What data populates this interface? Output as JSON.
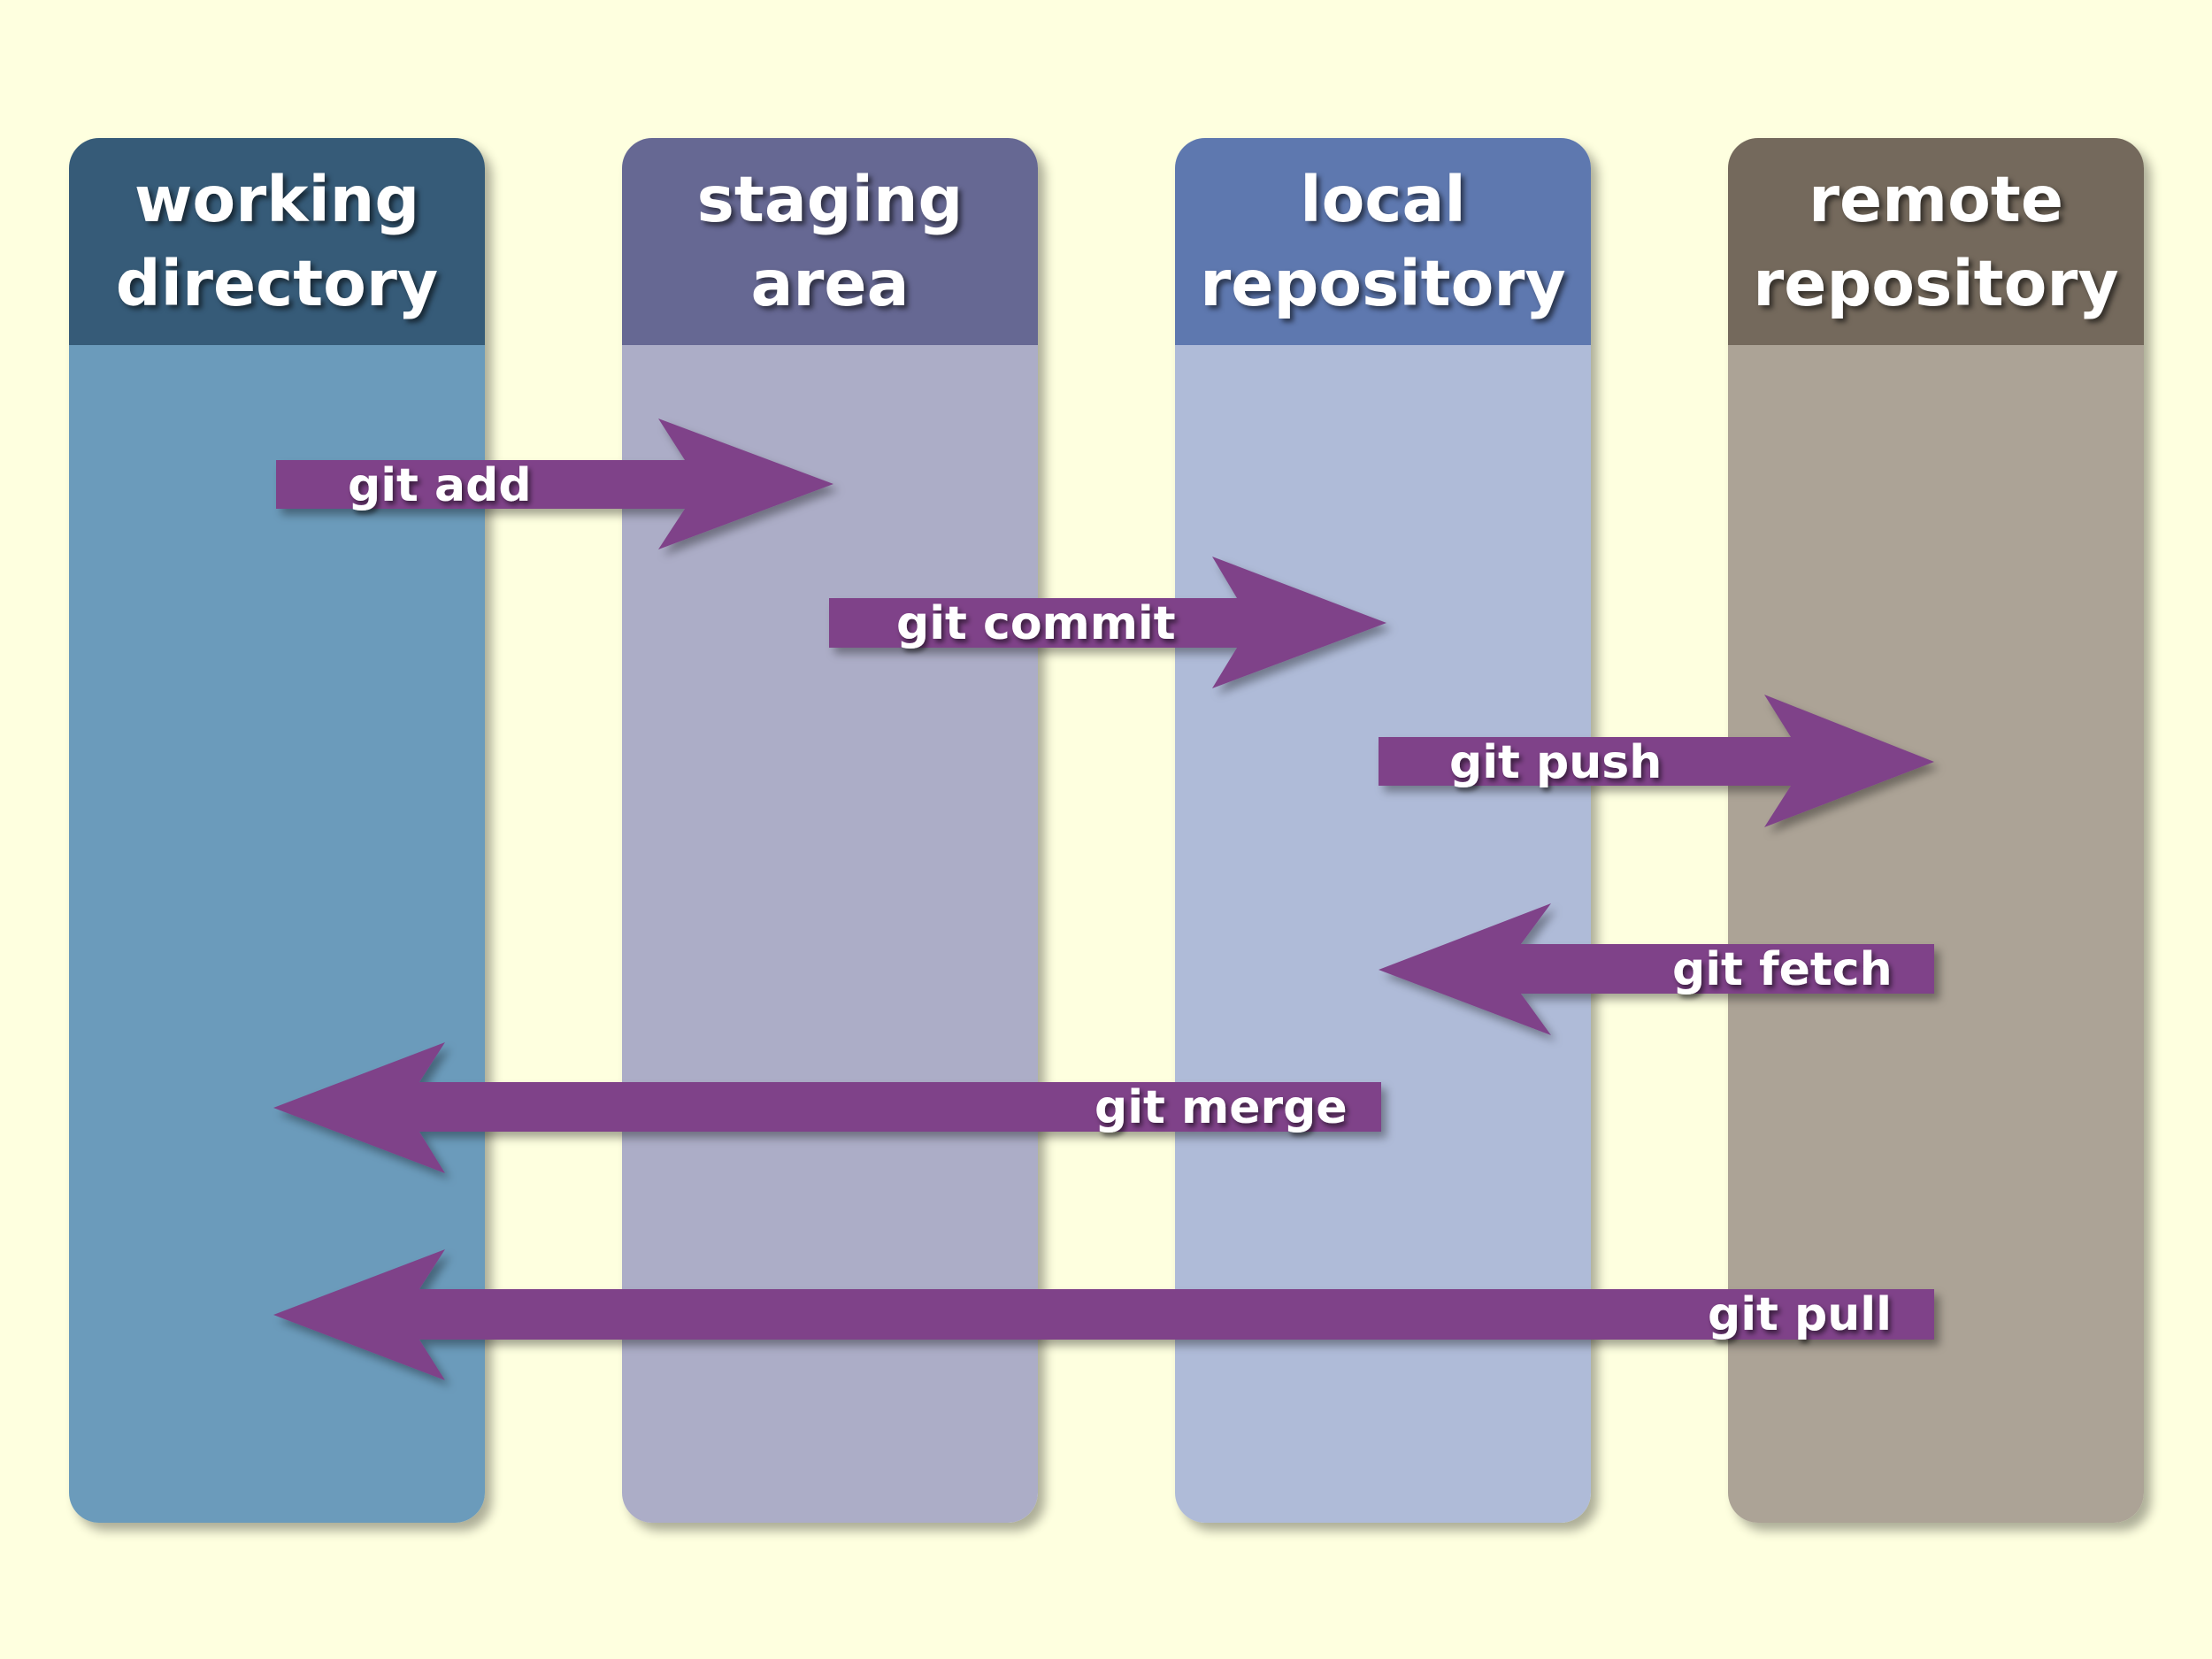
{
  "diagram": {
    "columns": [
      {
        "title_line1": "working",
        "title_line2": "directory",
        "header_color": "#365b78",
        "body_color": "#6b9bbb"
      },
      {
        "title_line1": "staging",
        "title_line2": "area",
        "header_color": "#666893",
        "body_color": "#acadc7"
      },
      {
        "title_line1": "local",
        "title_line2": "repository",
        "header_color": "#5e78af",
        "body_color": "#afbbd8"
      },
      {
        "title_line1": "remote",
        "title_line2": "repository",
        "header_color": "#74695c",
        "body_color": "#aca396"
      }
    ],
    "arrow_color": "#7f4389",
    "arrows": [
      {
        "label": "git add",
        "from": "working directory",
        "to": "staging area",
        "direction": "right"
      },
      {
        "label": "git commit",
        "from": "staging area",
        "to": "local repository",
        "direction": "right"
      },
      {
        "label": "git push",
        "from": "local repository",
        "to": "remote repository",
        "direction": "right"
      },
      {
        "label": "git fetch",
        "from": "remote repository",
        "to": "local repository",
        "direction": "left"
      },
      {
        "label": "git merge",
        "from": "local repository",
        "to": "working directory",
        "direction": "left"
      },
      {
        "label": "git pull",
        "from": "remote repository",
        "to": "working directory",
        "direction": "left"
      }
    ]
  }
}
